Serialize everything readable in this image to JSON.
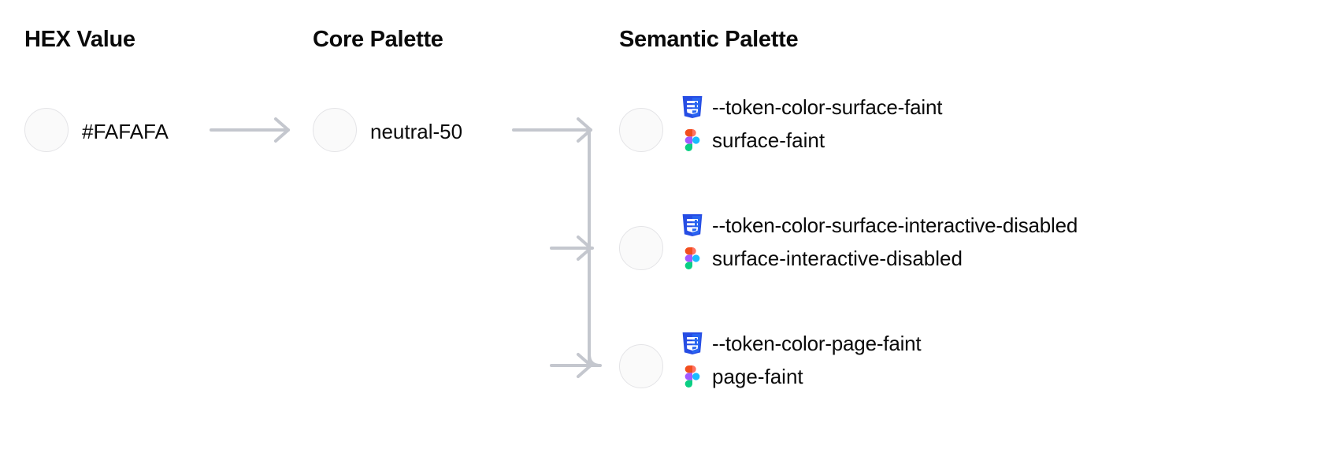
{
  "columns": {
    "hex": {
      "heading": "HEX Value"
    },
    "core": {
      "heading": "Core Palette"
    },
    "semantic": {
      "heading": "Semantic Palette"
    }
  },
  "hex_value": {
    "label": "#FAFAFA",
    "swatch_color": "#FAFAFA"
  },
  "core_value": {
    "label": "neutral-50",
    "swatch_color": "#FAFAFA"
  },
  "semantic_tokens": [
    {
      "css_icon": "css3-icon",
      "css_variable": "--token-color-surface-faint",
      "figma_icon": "figma-icon",
      "figma_name": "surface-faint",
      "swatch_color": "#FAFAFA"
    },
    {
      "css_icon": "css3-icon",
      "css_variable": "--token-color-surface-interactive-disabled",
      "figma_icon": "figma-icon",
      "figma_name": "surface-interactive-disabled",
      "swatch_color": "#FAFAFA"
    },
    {
      "css_icon": "css3-icon",
      "css_variable": "--token-color-page-faint",
      "figma_icon": "figma-icon",
      "figma_name": "page-faint",
      "swatch_color": "#FAFAFA"
    }
  ],
  "colors": {
    "text": "#0A0A0A",
    "connector": "#C4C7CE",
    "swatch_border": "#E4E4E7",
    "swatch_fill": "#FAFAFA",
    "css_logo_blue": "#264DE4",
    "css_logo_blue_dark": "#2965F1",
    "figma_orange": "#F24E1E",
    "figma_red": "#FF7262",
    "figma_purple": "#A259FF",
    "figma_blue": "#1ABCFE",
    "figma_green": "#0ACF83"
  },
  "background": "#FFFFFF"
}
